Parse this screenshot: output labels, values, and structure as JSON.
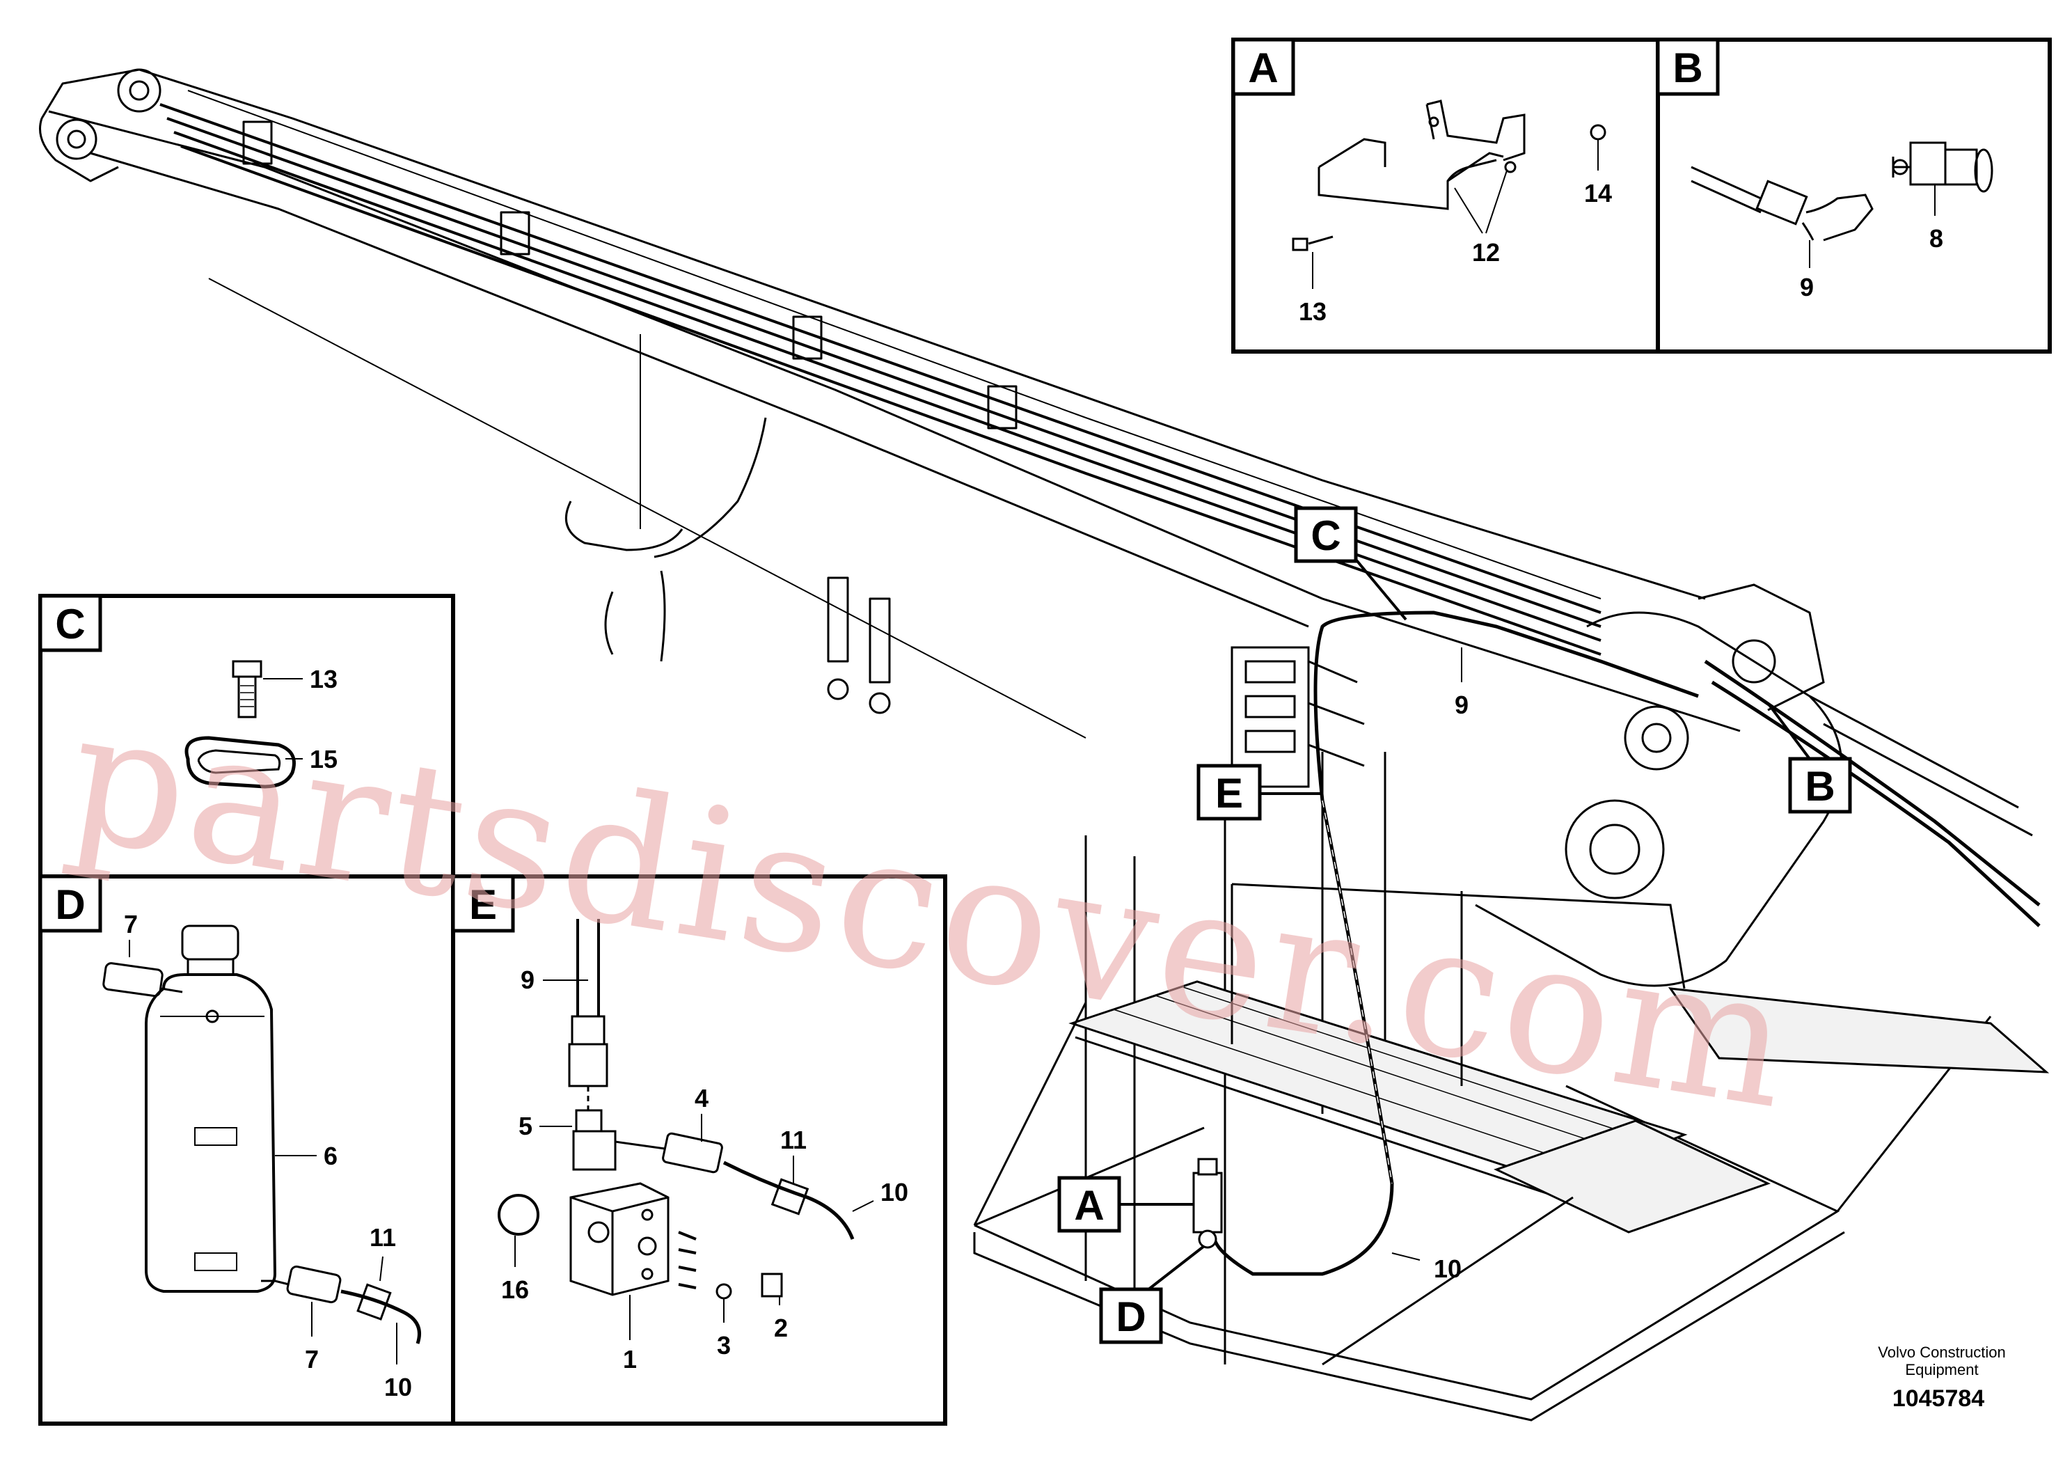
{
  "document": {
    "footer": {
      "company_line1": "Volvo Construction",
      "company_line2": "Equipment",
      "drawing_number": "1045784"
    },
    "watermark": "partsdiscover.com"
  },
  "detail_views": {
    "A": {
      "letter": "A",
      "parts": [
        "12",
        "13",
        "14"
      ]
    },
    "B": {
      "letter": "B",
      "parts": [
        "8",
        "9"
      ]
    },
    "C": {
      "letter": "C",
      "parts": [
        "13",
        "15"
      ]
    },
    "D": {
      "letter": "D",
      "parts": [
        "7",
        "6",
        "11",
        "7",
        "10"
      ]
    },
    "E": {
      "letter": "E",
      "parts": [
        "9",
        "5",
        "4",
        "11",
        "10",
        "16",
        "1",
        "3",
        "2"
      ]
    }
  },
  "main_view": {
    "markers": [
      "C",
      "E",
      "B",
      "A",
      "D"
    ],
    "parts": [
      "9",
      "10"
    ]
  },
  "palette": {
    "ink": "#000000",
    "watermark": "#e8a4a4",
    "paper": "#ffffff"
  }
}
